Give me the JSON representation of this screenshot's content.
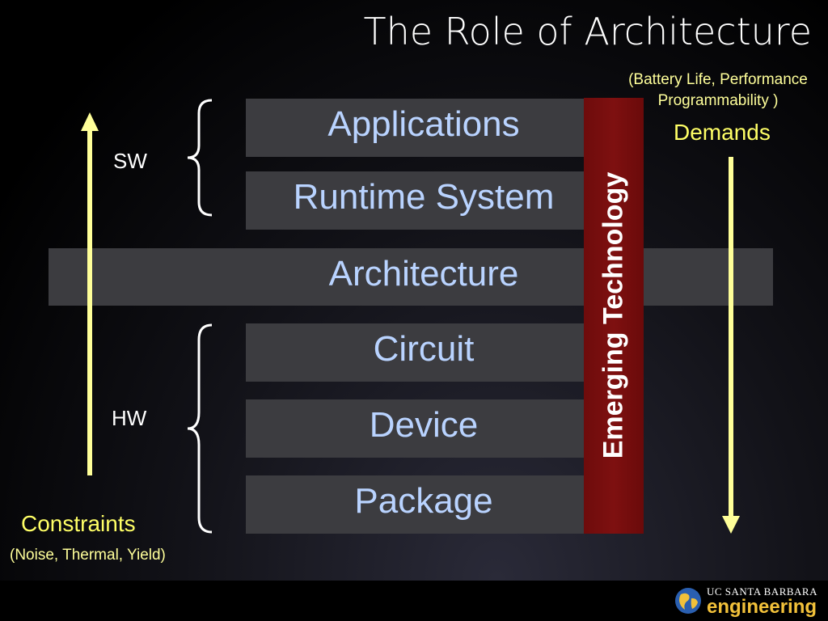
{
  "title": "The Role of Architecture",
  "demands": {
    "note_line1": "(Battery Life, Performance",
    "note_line2": "Programmability )",
    "label": "Demands"
  },
  "constraints": {
    "label": "Constraints",
    "note": "(Noise, Thermal, Yield)"
  },
  "groups": {
    "sw": "SW",
    "hw": "HW"
  },
  "layers": [
    "Applications",
    "Runtime System",
    "Architecture",
    "Circuit",
    "Device",
    "Package"
  ],
  "emerging": "Emerging Technology",
  "logo": {
    "line1": "UC SANTA BARBARA",
    "line2": "engineering"
  },
  "colors": {
    "layer_fill": "#3c3c40",
    "layer_text": "#b9d3ff",
    "arrow": "#ffff99",
    "emerging_bar": "#7e1010",
    "logo_gold": "#f2c13a"
  }
}
